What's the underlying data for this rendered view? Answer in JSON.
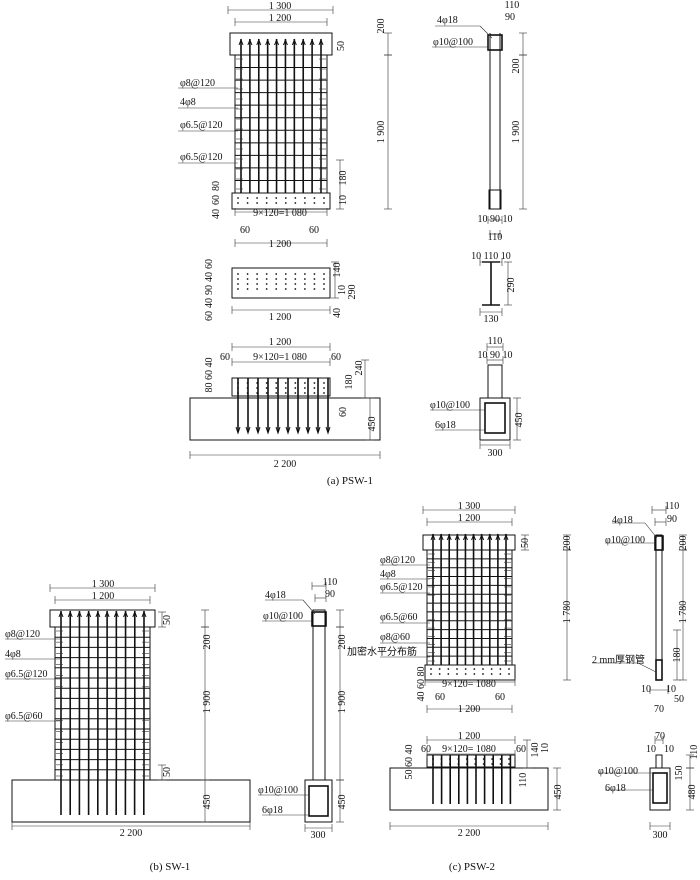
{
  "panel_a": {
    "caption": "(a) PSW-1",
    "front": [
      "1 300",
      "1 200",
      "50",
      "φ8@120",
      "4φ8",
      "φ6.5@120",
      "φ6.5@120",
      "80",
      "60",
      "40",
      "180",
      "10",
      "9×120=1 080",
      "60",
      "60",
      "1 200",
      "200",
      "1 900"
    ],
    "side": [
      "110",
      "90",
      "4φ18",
      "φ10@100",
      "200",
      "1 900",
      "10 90 10",
      "110"
    ],
    "section": [
      "60",
      "40",
      "90",
      "40",
      "60",
      "140",
      "10",
      "290",
      "40",
      "1 200"
    ],
    "section_side": [
      "10 110 10",
      "290",
      "130"
    ],
    "base": [
      "1 200",
      "60",
      "9×120=1 080",
      "60",
      "80 60 40",
      "240",
      "180",
      "60",
      "450",
      "2 200"
    ],
    "base_side": [
      "110",
      "10 90 10",
      "φ10@100",
      "6φ18",
      "450",
      "300"
    ]
  },
  "panel_b": {
    "caption": "(b) SW-1",
    "front": [
      "1 300",
      "1 200",
      "50",
      "φ8@120",
      "4φ8",
      "φ6.5@120",
      "φ6.5@60",
      "200",
      "1 900",
      "50",
      "450",
      "2 200"
    ],
    "side": [
      "110",
      "90",
      "4φ18",
      "φ10@100",
      "200",
      "1 900",
      "φ10@100",
      "6φ18",
      "450",
      "300"
    ]
  },
  "panel_c": {
    "caption": "(c) PSW-2",
    "front": [
      "1 300",
      "1 200",
      "50",
      "φ8@120",
      "4φ8",
      "φ6.5@120",
      "φ6.5@60",
      "φ8@60",
      "加密水平分布筋",
      "40 60 80",
      "9×120= 1080",
      "60",
      "60",
      "1 200",
      "200",
      "1 780"
    ],
    "side": [
      "110",
      "90",
      "4φ18",
      "φ10@100",
      "200",
      "1 780",
      "180",
      "2 mm厚钢管",
      "10",
      "10",
      "50",
      "70"
    ],
    "base": [
      "1 200",
      "60",
      "9×120= 1080",
      "60",
      "50 60 40",
      "140",
      "10",
      "110",
      "450",
      "2 200"
    ],
    "base_side": [
      "70",
      "10",
      "10",
      "φ10@100",
      "6φ18",
      "150",
      "480",
      "110",
      "300"
    ]
  }
}
